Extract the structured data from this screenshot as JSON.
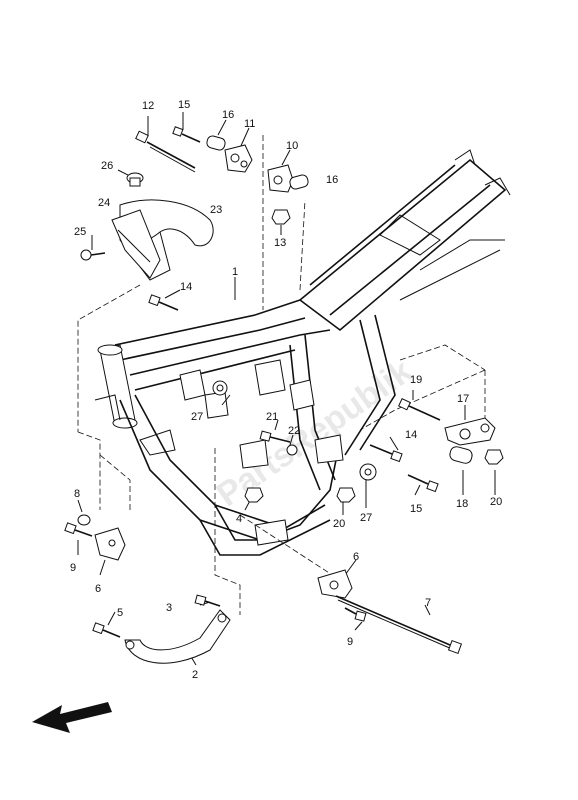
{
  "watermark": "PartsRepublik",
  "labels": {
    "l1": "1",
    "l2": "2",
    "l3": "3",
    "l4": "4",
    "l5": "5",
    "l6a": "6",
    "l6b": "6",
    "l7": "7",
    "l8": "8",
    "l9a": "9",
    "l9b": "9",
    "l10": "10",
    "l11": "11",
    "l12": "12",
    "l13": "13",
    "l14a": "14",
    "l14b": "14",
    "l15a": "15",
    "l15b": "15",
    "l16a": "16",
    "l16b": "16",
    "l17": "17",
    "l18": "18",
    "l19": "19",
    "l20a": "20",
    "l20b": "20",
    "l21": "21",
    "l22": "22",
    "l23": "23",
    "l24": "24",
    "l25": "25",
    "l26": "26",
    "l27a": "27",
    "l27b": "27"
  }
}
